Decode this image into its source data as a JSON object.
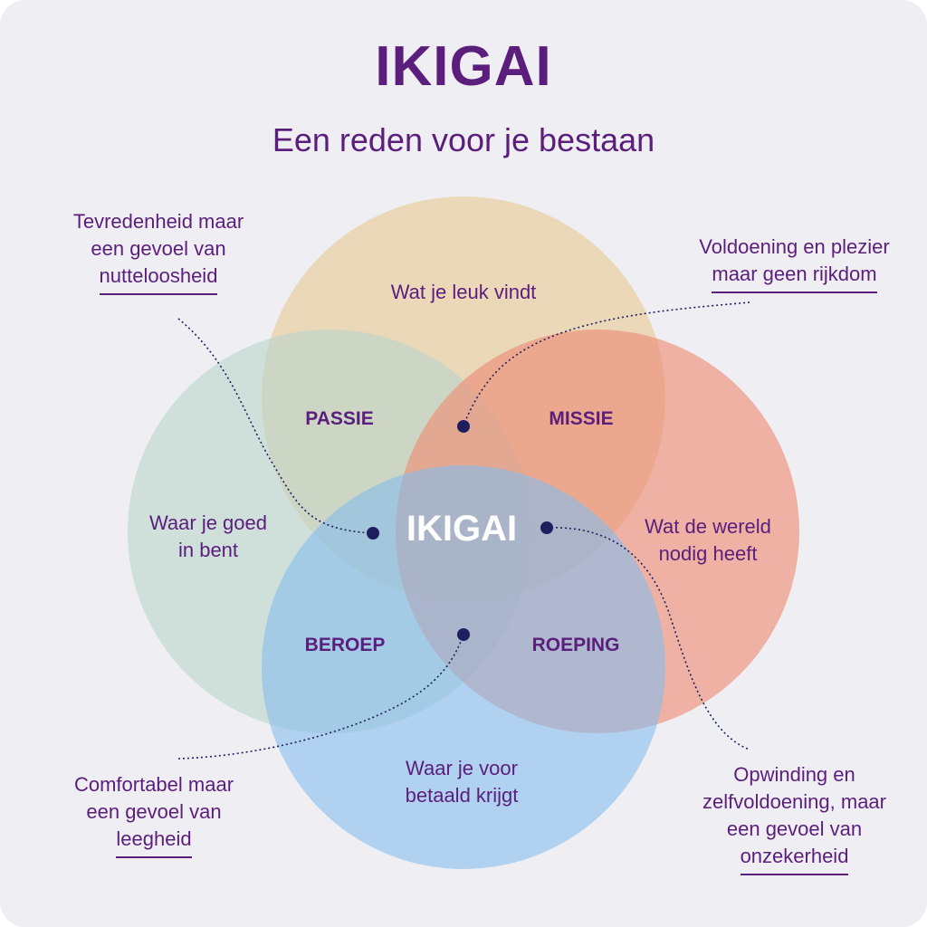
{
  "title": "IKIGAI",
  "subtitle": "Een reden voor je bestaan",
  "circles": {
    "top": [
      "Wat je leuk vindt"
    ],
    "left": [
      "Waar je goed",
      "in bent"
    ],
    "right": [
      "Wat de wereld",
      "nodig heeft"
    ],
    "bottom": [
      "Waar je voor",
      "betaald krijgt"
    ]
  },
  "zones": {
    "passie": "PASSIE",
    "missie": "MISSIE",
    "beroep": "BEROEP",
    "roeping": "ROEPING",
    "center": "IKIGAI"
  },
  "notes": {
    "top_left": [
      "Tevredenheid maar",
      "een gevoel van",
      "nutteloosheid"
    ],
    "top_right": [
      "Voldoening en plezier",
      "maar geen rijkdom"
    ],
    "bottom_left": [
      "Comfortabel maar",
      "een gevoel van",
      "leegheid"
    ],
    "bottom_right": [
      "Opwinding en",
      "zelfvoldoening, maar",
      "een gevoel van",
      "onzekerheid"
    ]
  },
  "colors": {
    "background": "#efeff3",
    "text": "#5b1e7d",
    "circle_top": "#e8cfa0",
    "circle_left": "#b9d6cc",
    "circle_right": "#ec8f78",
    "circle_bottom": "#86bcec",
    "dot": "#1e1f5e"
  }
}
